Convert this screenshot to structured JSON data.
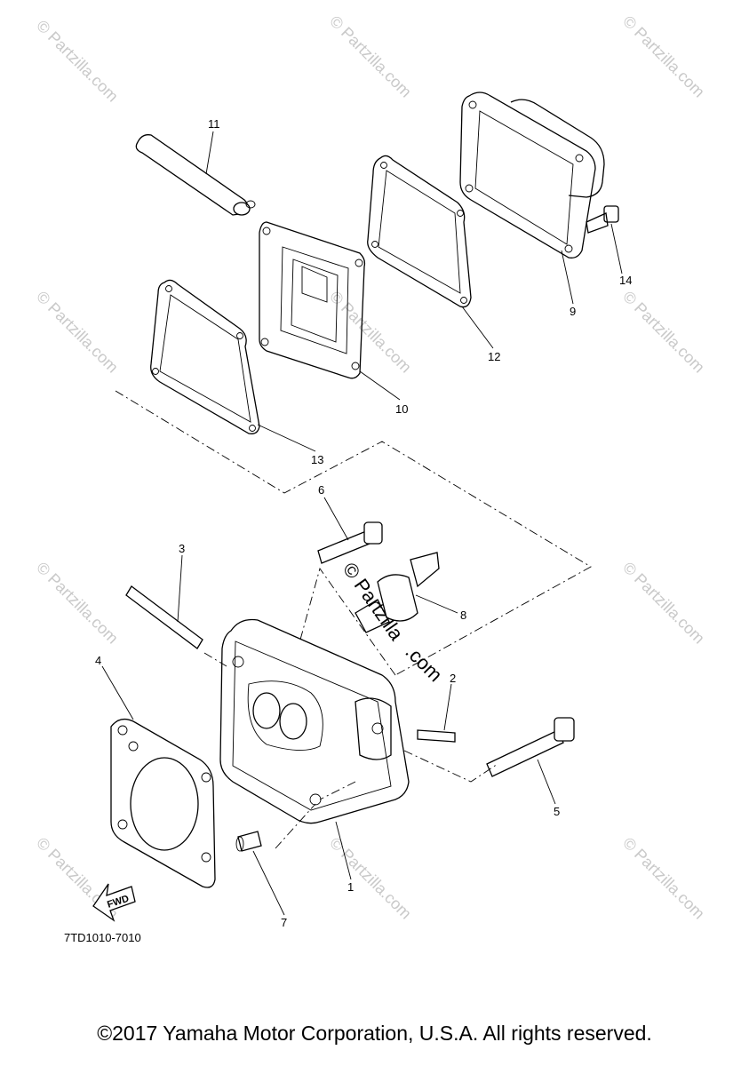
{
  "callouts": [
    "1",
    "2",
    "3",
    "4",
    "5",
    "6",
    "7",
    "8",
    "9",
    "10",
    "11",
    "12",
    "13",
    "14"
  ],
  "diagram_code": "7TD1010-7010",
  "fwd_label": "FWD",
  "watermark_text": "© Partzilla.com",
  "watermark_center_top": "© Partzilla",
  "watermark_center_bottom": ".com",
  "copyright": "©2017 Yamaha Motor Corporation, U.S.A. All rights reserved."
}
